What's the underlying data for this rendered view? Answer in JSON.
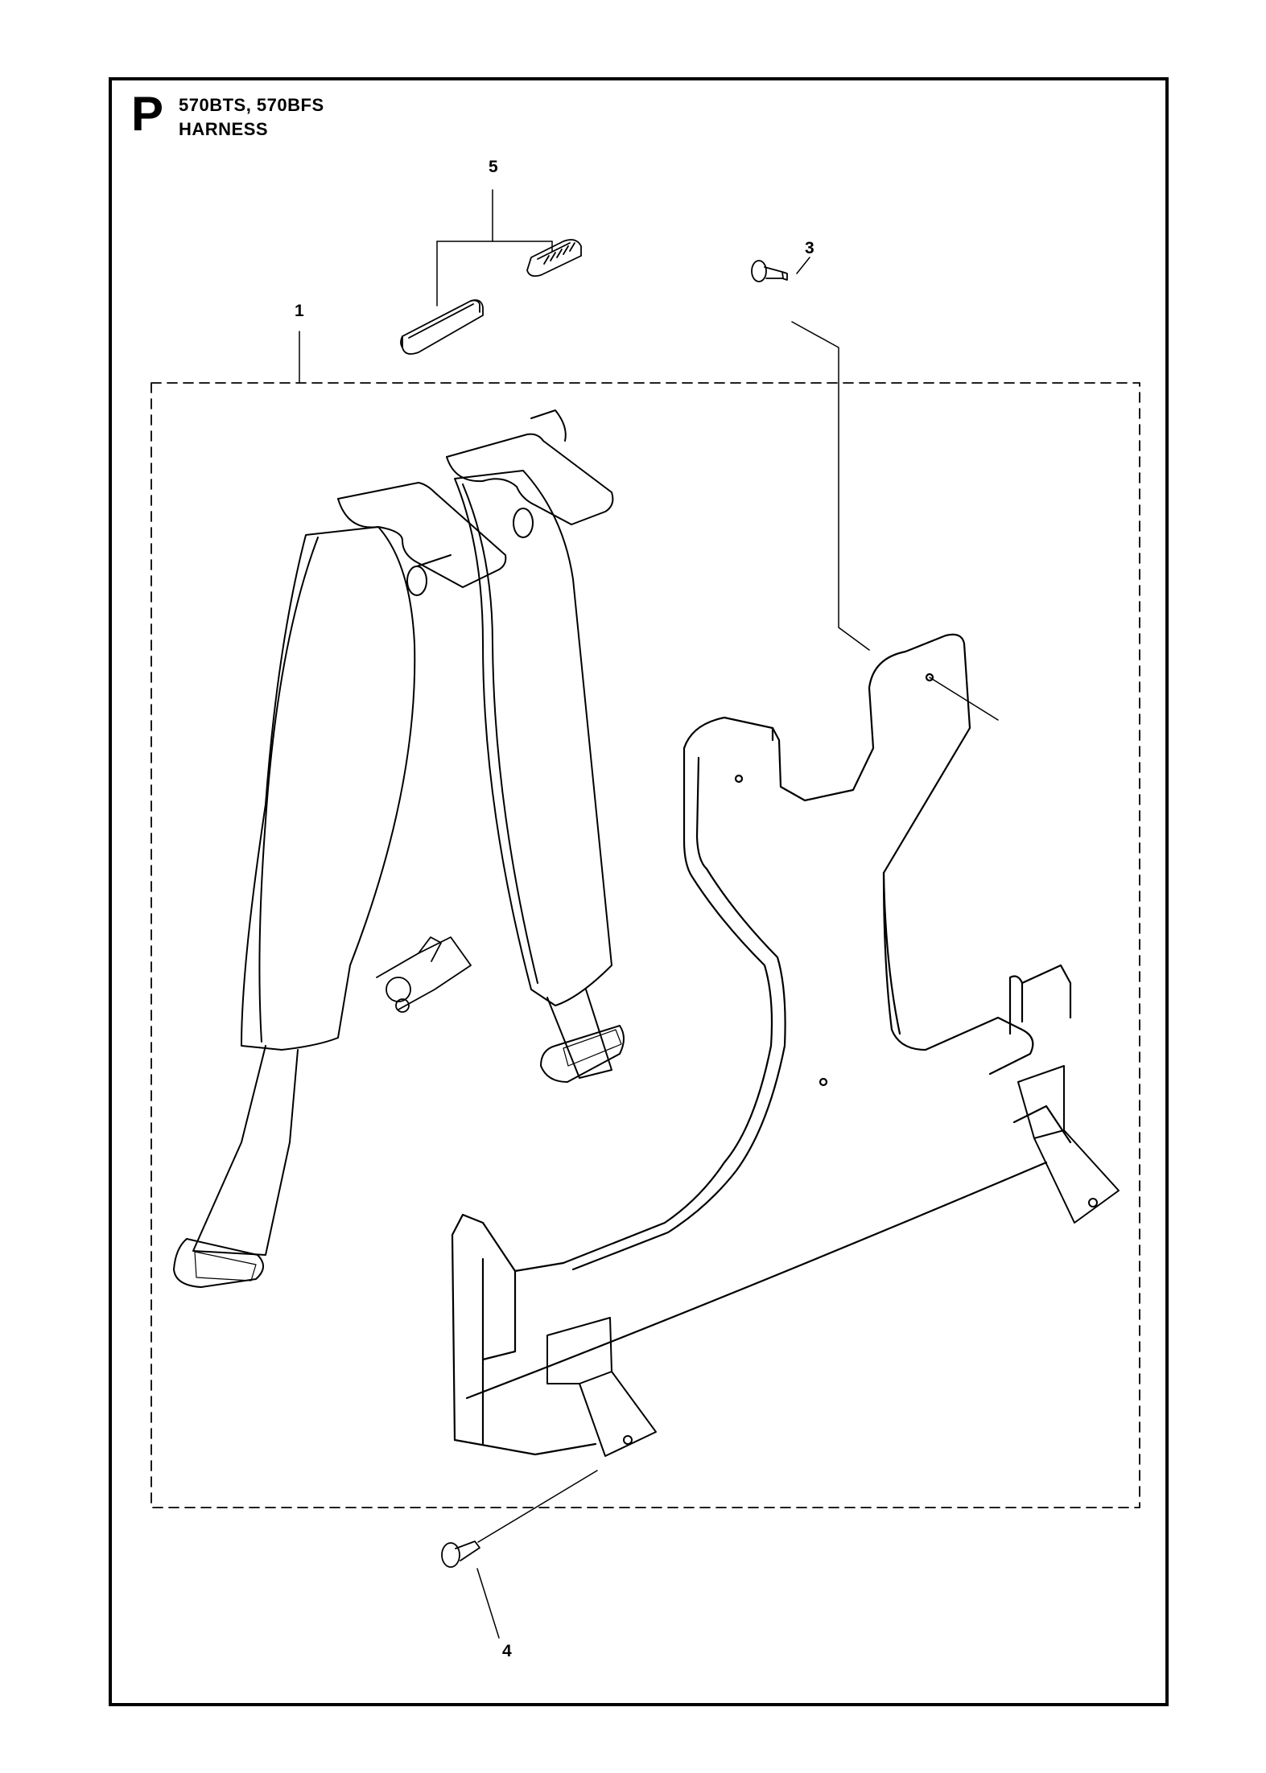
{
  "header": {
    "section_letter": "P",
    "models": "570BTS, 570BFS",
    "title": "HARNESS"
  },
  "callouts": [
    {
      "id": "1",
      "label": "1"
    },
    {
      "id": "3",
      "label": "3"
    },
    {
      "id": "4",
      "label": "4"
    },
    {
      "id": "5",
      "label": "5"
    }
  ]
}
